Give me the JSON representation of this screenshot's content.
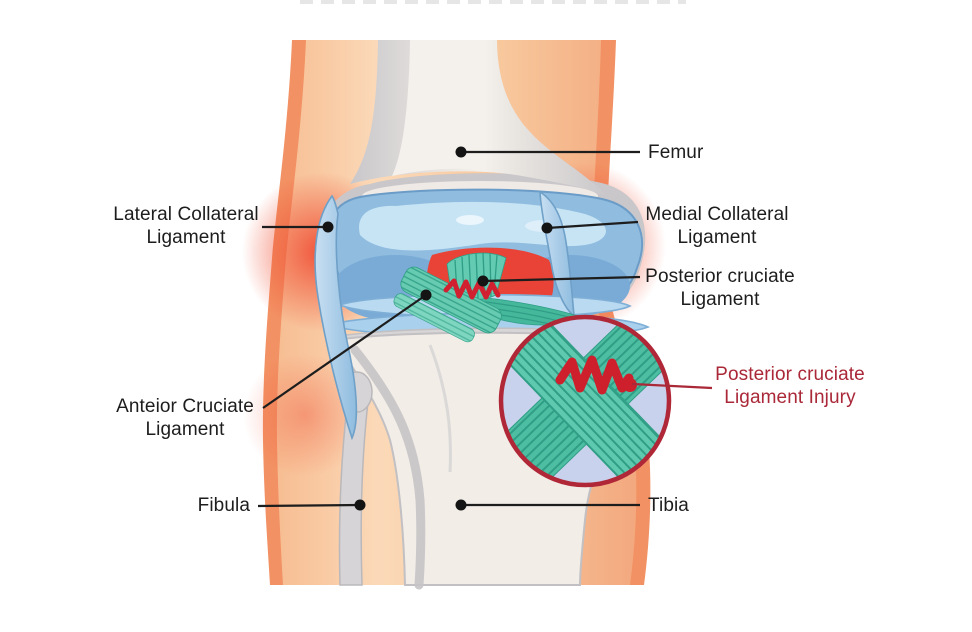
{
  "diagram": {
    "subject": "Knee joint anatomy with posterior cruciate ligament injury",
    "background": "#ffffff",
    "labels": {
      "femur": "Femur",
      "lateral_collateral": "Lateral Collateral Ligament",
      "medial_collateral": "Medial Collateral Ligament",
      "posterior_cruciate": "Posterior cruciate Ligament",
      "anterior_cruciate": "Anteior Cruciate Ligament",
      "fibula": "Fibula",
      "tibia": "Tibia",
      "injury": "Posterior cruciate Ligament Injury"
    },
    "colors": {
      "label_text": "#1d1d1d",
      "injury_text": "#aa2838",
      "leader_line": "#1d1d1d",
      "injury_line": "#aa2838",
      "skin_edge": "#f29163",
      "skin_light": "#fbd9b8",
      "bone_gray": "#c9c7ca",
      "bone_cream": "#f2ede7",
      "cartilage_blue": "#8fbcdf",
      "cartilage_highlight": "#c7e4f5",
      "collateral_ligament_blue": "#a9cce8",
      "cruciate_teal": "#5bc4aa",
      "teal_stripe": "#2f9e85",
      "inflammation_red": "#e94236",
      "tear_red": "#ce1f2d",
      "inset_background": "#c8d2ec",
      "inset_ring": "#b02838"
    }
  }
}
